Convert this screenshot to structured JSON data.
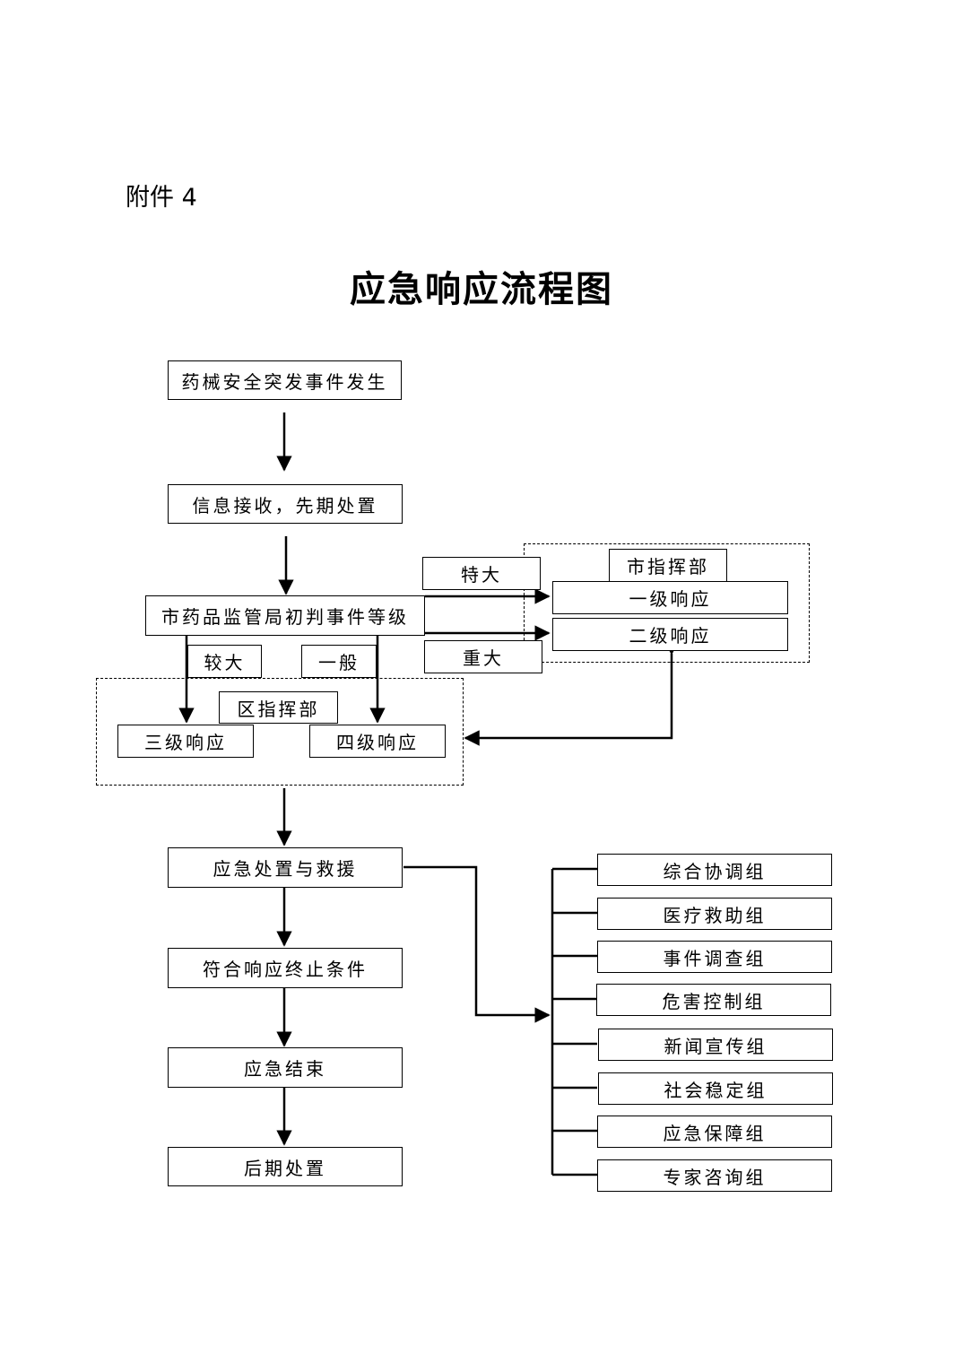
{
  "annex_label": "附件 4",
  "title": "应急响应流程图",
  "nodes": {
    "event_occurs": "药械安全突发事件发生",
    "info_receive": "信息接收，先期处置",
    "initial_judgment": "市药品监管局初判事件等级",
    "city_hq": "市指挥部",
    "level_1": "一级响应",
    "level_2": "二级响应",
    "district_hq": "区指挥部",
    "level_3": "三级响应",
    "level_4": "四级响应",
    "disposal_rescue": "应急处置与救援",
    "termination_condition": "符合响应终止条件",
    "response_end": "应急结束",
    "aftermath": "后期处置"
  },
  "edge_labels": {
    "extra_large": "特大",
    "major": "重大",
    "larger": "较大",
    "general": "一般"
  },
  "groups": [
    "综合协调组",
    "医疗救助组",
    "事件调查组",
    "危害控制组",
    "新闻宣传组",
    "社会稳定组",
    "应急保障组",
    "专家咨询组"
  ]
}
